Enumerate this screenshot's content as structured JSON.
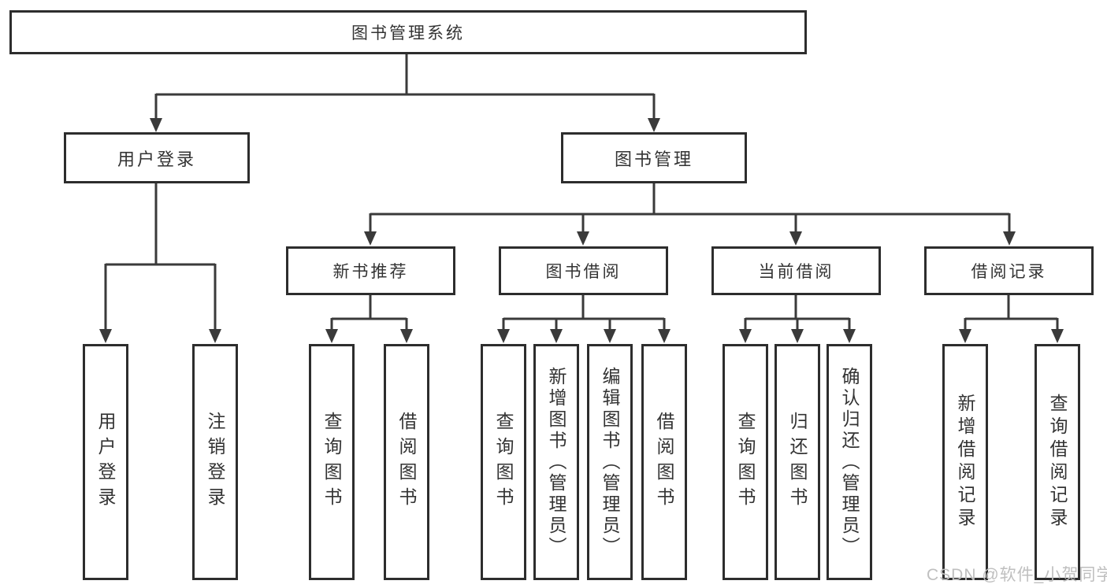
{
  "colors": {
    "background": "#ffffff",
    "line": "#3a3a3a",
    "box_border": "#2d2d2d",
    "text": "#333333",
    "watermark": "#bfbfbf"
  },
  "watermark": {
    "text": "CSDN @软件_小贺同学"
  },
  "tree": {
    "root": {
      "label": "图书管理系统"
    },
    "branches": [
      {
        "label": "用户登录",
        "children": [
          {
            "label": "用户登录"
          },
          {
            "label": "注销登录"
          }
        ]
      },
      {
        "label": "图书管理",
        "sections": [
          {
            "label": "新书推荐",
            "children": [
              {
                "label": "查询图书"
              },
              {
                "label": "借阅图书"
              }
            ]
          },
          {
            "label": "图书借阅",
            "children": [
              {
                "label": "查询图书"
              },
              {
                "label": "新增图书（管理员）"
              },
              {
                "label": "编辑图书（管理员）"
              },
              {
                "label": "借阅图书"
              }
            ]
          },
          {
            "label": "当前借阅",
            "children": [
              {
                "label": "查询图书"
              },
              {
                "label": "归还图书"
              },
              {
                "label": "确认归还（管理员）"
              }
            ]
          },
          {
            "label": "借阅记录",
            "children": [
              {
                "label": "新增借阅记录"
              },
              {
                "label": "查询借阅记录"
              }
            ]
          }
        ]
      }
    ]
  }
}
